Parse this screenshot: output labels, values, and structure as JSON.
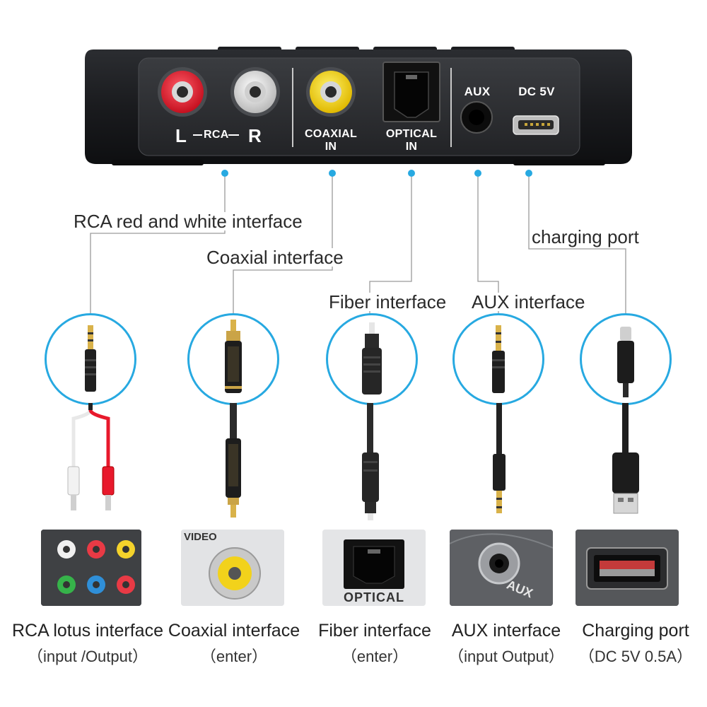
{
  "device": {
    "rca_left": "L",
    "rca_mid": "RCA",
    "rca_right": "R",
    "coaxial_line1": "COAXIAL",
    "coaxial_line2": "IN",
    "optical_line1": "OPTICAL",
    "optical_line2": "IN",
    "aux": "AUX",
    "dc": "DC 5V"
  },
  "callouts": {
    "rca": "RCA red and white interface",
    "coaxial": "Coaxial interface",
    "fiber": "Fiber interface",
    "aux": "AUX interface",
    "charging": "charging port"
  },
  "photos": {
    "coaxial_tag": "VIDEO",
    "optical_tag": "OPTICAL",
    "aux_tag": "AUX"
  },
  "captions": [
    {
      "title": "RCA lotus interface",
      "sub": "（input /Output）"
    },
    {
      "title": "Coaxial interface",
      "sub": "（enter）"
    },
    {
      "title": "Fiber interface",
      "sub": "（enter）"
    },
    {
      "title": "AUX interface",
      "sub": "（input Output）"
    },
    {
      "title": "Charging port",
      "sub": "（DC 5V 0.5A）"
    }
  ],
  "colors": {
    "accent": "#27a9e1",
    "device_body": "#1b1d20",
    "rca_red": "#e8192c",
    "rca_white": "#e6e6e6",
    "coaxial_yellow": "#f2d21b"
  }
}
